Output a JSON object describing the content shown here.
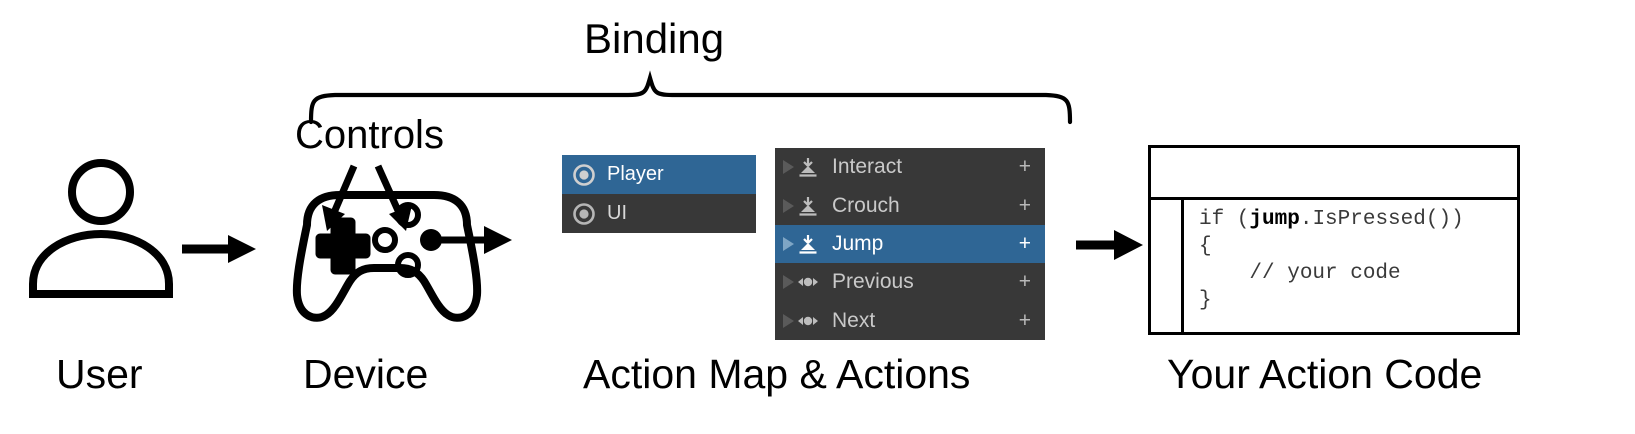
{
  "diagram": {
    "title_top": "Binding",
    "controls_label": "Controls",
    "stage_labels": {
      "user": "User",
      "device": "Device",
      "actionmap": "Action Map & Actions",
      "code": "Your Action Code"
    }
  },
  "action_maps": {
    "items": [
      {
        "label": "Player",
        "selected": true,
        "icon": "action-map-icon"
      },
      {
        "label": "UI",
        "selected": false,
        "icon": "action-map-icon"
      }
    ]
  },
  "actions": {
    "add_label": "+",
    "items": [
      {
        "label": "Interact",
        "selected": false,
        "icon": "button-action-icon"
      },
      {
        "label": "Crouch",
        "selected": false,
        "icon": "button-action-icon"
      },
      {
        "label": "Jump",
        "selected": true,
        "icon": "button-action-icon"
      },
      {
        "label": "Previous",
        "selected": false,
        "icon": "axis-action-icon"
      },
      {
        "label": "Next",
        "selected": false,
        "icon": "axis-action-icon"
      }
    ]
  },
  "code_window": {
    "line1_prefix": "if (",
    "line1_bold": "jump",
    "line1_suffix": ".IsPressed())",
    "line2": "{",
    "line3": "    // your code",
    "line4": "}"
  },
  "colors": {
    "selection_blue": "#2f6695",
    "panel_dark": "#383838",
    "text_light": "#c9c9c9",
    "stroke_black": "#000000",
    "background": "#ffffff"
  }
}
